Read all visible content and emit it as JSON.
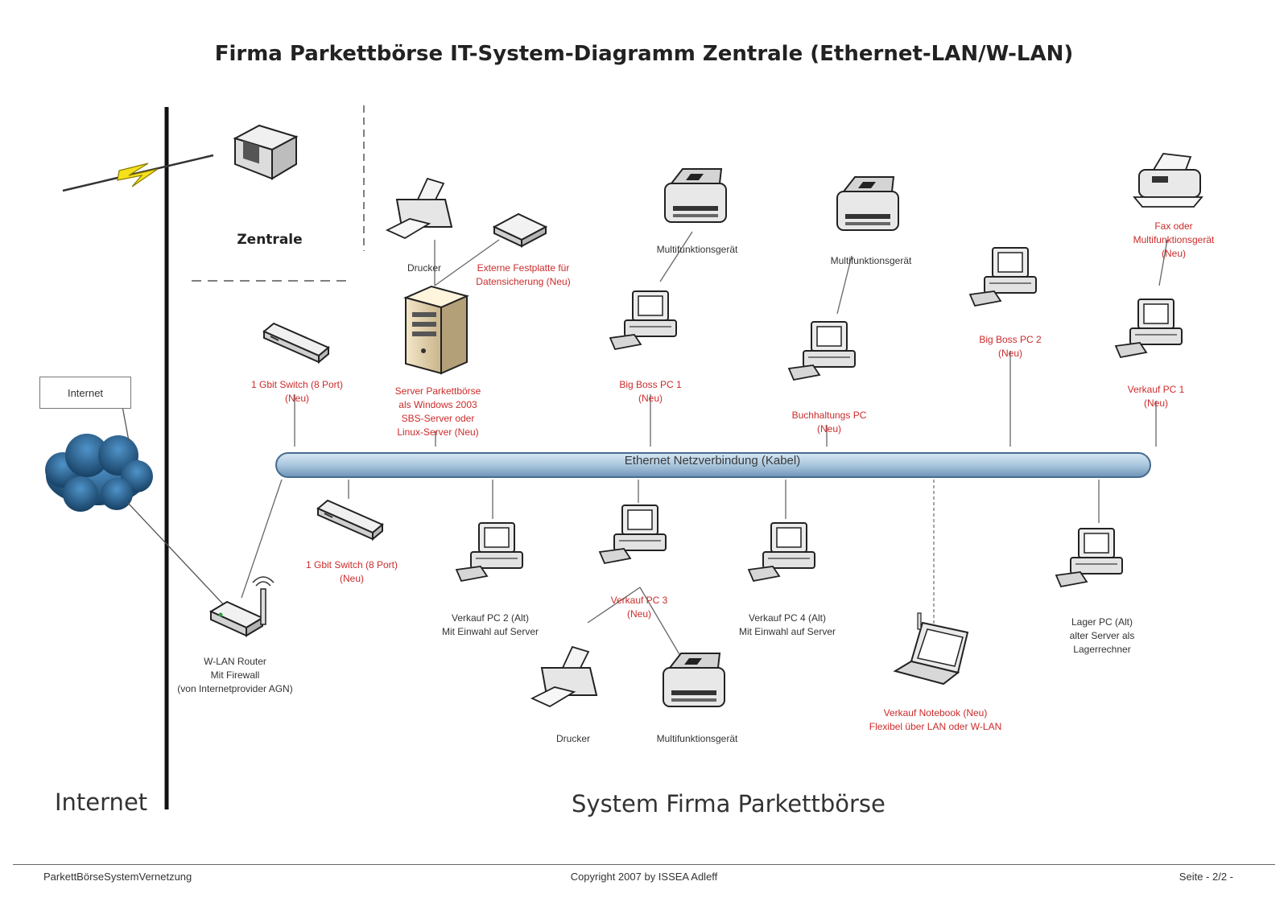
{
  "title": "Firma Parkettbörse IT-System-Diagramm Zentrale (Ethernet-LAN/W-LAN)",
  "zones": {
    "left": "Internet",
    "right": "System Firma Parkettbörse"
  },
  "zentrale": "Zentrale",
  "internet_cloud_label": "Internet",
  "bus_label": "Ethernet Netzverbindung (Kabel)",
  "labels": {
    "drucker_top": "Drucker",
    "festplatte": "Externe Festplatte für\nDatensicherung (Neu)",
    "mfg_top1": "Multifunktionsgerät",
    "mfg_top2": "Multifunktionsgerät",
    "fax": "Fax oder Multifunktionsgerät\n(Neu)",
    "switch1": "1 Gbit Switch (8 Port)\n(Neu)",
    "server": "Server Parkettbörse\nals Windows 2003\nSBS-Server oder\nLinux-Server (Neu)",
    "bigboss1": "Big Boss PC 1\n(Neu)",
    "buchhaltung": "Buchhaltungs PC\n(Neu)",
    "bigboss2": "Big Boss PC 2\n(Neu)",
    "verkauf1": "Verkauf PC 1\n(Neu)",
    "switch2": "1 Gbit Switch (8 Port)\n(Neu)",
    "verkauf2": "Verkauf PC 2 (Alt)\nMit Einwahl auf Server",
    "verkauf3": "Verkauf PC 3\n(Neu)",
    "verkauf4": "Verkauf PC 4 (Alt)\nMit Einwahl auf Server",
    "lager": "Lager PC (Alt)\nalter Server als\nLagerrechner",
    "router": "W-LAN Router\nMit Firewall\n(von Internetprovider AGN)",
    "drucker_bottom": "Drucker",
    "mfg_bottom": "Multifunktionsgerät",
    "notebook": "Verkauf Notebook (Neu)\nFlexibel über LAN oder W-LAN"
  },
  "footer": {
    "left": "ParkettBörseSystemVernetzung",
    "center": "Copyright 2007 by ISSEA Adleff",
    "right": "Seite - 2/2 -"
  },
  "colors": {
    "label_red": "#cc2b2b",
    "bus": "#a9c6de",
    "cloud": "#1c4f78"
  }
}
